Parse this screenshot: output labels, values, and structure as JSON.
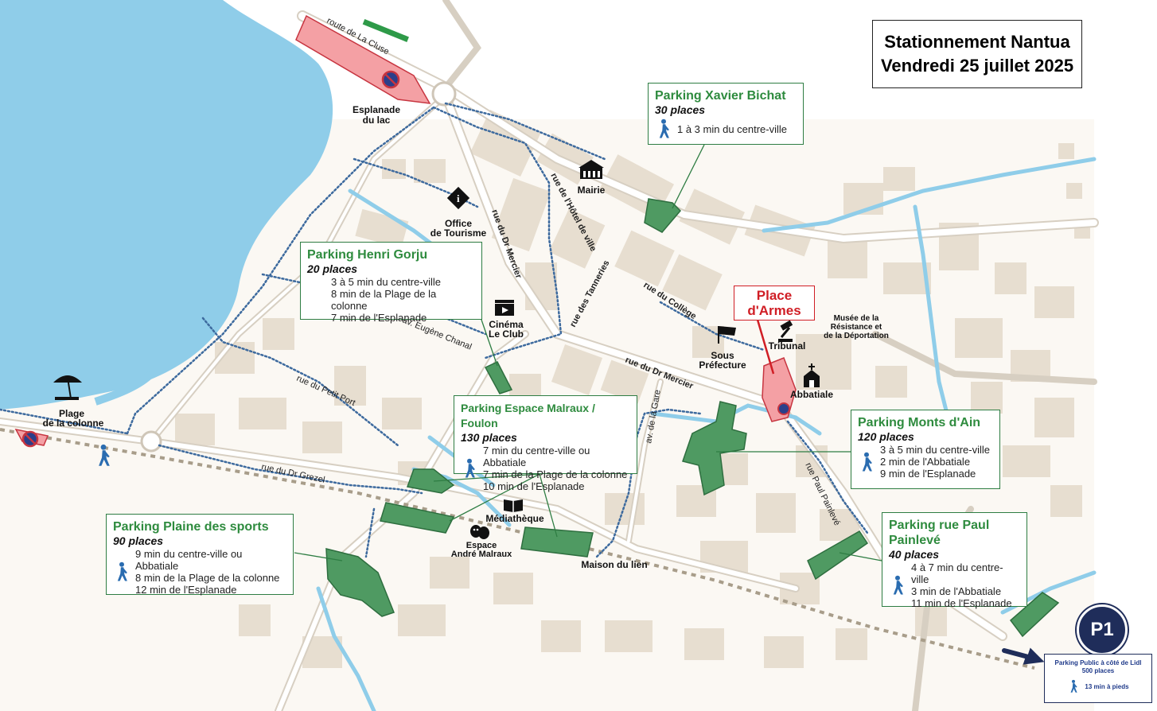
{
  "title": {
    "line1": "Stationnement Nantua",
    "line2": "Vendredi 25 juillet 2025"
  },
  "place_armes": {
    "line1": "Place",
    "line2": "d'Armes"
  },
  "landmarks": {
    "esplanade_line1": "Esplanade",
    "esplanade_line2": "du lac",
    "mairie": "Mairie",
    "office_line1": "Office",
    "office_line2": "de Tourisme",
    "cinema_line1": "Cinéma",
    "cinema_line2": "Le Club",
    "sous_prefecture_line1": "Sous",
    "sous_prefecture_line2": "Préfecture",
    "tribunal": "Tribunal",
    "musee_line1": "Musée de la",
    "musee_line2": "Résistance et",
    "musee_line3": "de la Déportation",
    "abbatiale": "Abbatiale",
    "plage_line1": "Plage",
    "plage_line2": "de la colonne",
    "mediatheque": "Médiathèque",
    "espace_line1": "Espace",
    "espace_line2": "André Malraux",
    "maison_lien": "Maison du lien"
  },
  "streets": {
    "cluse": "route de La Cluse",
    "hotel_ville": "rue de l'Hôtel de ville",
    "dr_mercier_v": "rue du Dr Mercier",
    "tanneries": "rue des Tanneries",
    "college": "rue du Collège",
    "eugene_chanal": "av. Eugène Chanal",
    "dr_mercier_h": "rue du Dr Mercier",
    "petit_port": "rue du Petit Port",
    "gare": "av. de la Gare",
    "dr_grezel": "rue du Dr Grezel",
    "paul_painleve": "rue Paul Painlevé"
  },
  "parkings": {
    "xavier": {
      "name": "Parking Xavier Bichat",
      "places": "30 places",
      "lines": [
        "1 à 3 min du centre-ville"
      ]
    },
    "gorju": {
      "name": "Parking Henri Gorju",
      "places": "20 places",
      "lines": [
        "3 à 5 min du centre-ville",
        "8 min de la Plage de la colonne",
        "7 min de l'Esplanade"
      ]
    },
    "malraux": {
      "name": "Parking Espace Malraux / Foulon",
      "places": "130 places",
      "lines": [
        "7 min du centre-ville ou Abbatiale",
        "7 min de la Plage de la colonne",
        "10 min de l'Esplanade"
      ]
    },
    "monts": {
      "name": "Parking Monts d'Ain",
      "places": "120 places",
      "lines": [
        "3 à 5 min du centre-ville",
        "2 min de l'Abbatiale",
        "9 min de l'Esplanade"
      ]
    },
    "plaine": {
      "name": "Parking Plaine des sports",
      "places": "90 places",
      "lines": [
        "9 min du centre-ville ou Abbatiale",
        "8 min de la Plage de la colonne",
        "12 min de l'Esplanade"
      ]
    },
    "painleve": {
      "name_line1": "Parking rue Paul",
      "name_line2": "Painlevé",
      "places": "40 places",
      "lines": [
        "4 à 7 min du centre-ville",
        "3 min de l'Abbatiale",
        "11 min de l'Esplanade"
      ]
    }
  },
  "p1": {
    "badge": "P1",
    "line1": "Parking Public à côté de Lidl",
    "line2": "500 places",
    "line3": "13 min à pieds"
  },
  "colors": {
    "lake": "#8fcde9",
    "parking_green": "#4f9a62",
    "parking_border": "#2e7d43",
    "no_parking_red": "#f4a0a4",
    "route_blue": "#3d6a9e",
    "building": "#e7ded0",
    "rail": "#a89d8a",
    "navy": "#1f2d5a"
  }
}
